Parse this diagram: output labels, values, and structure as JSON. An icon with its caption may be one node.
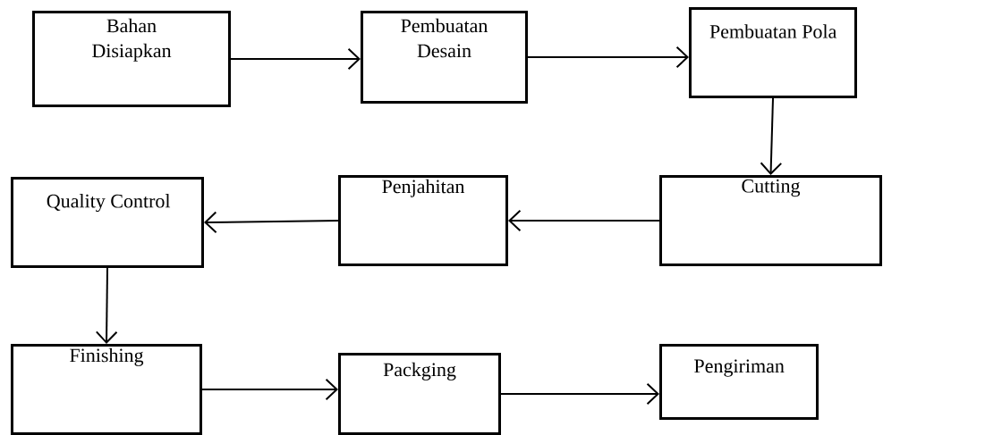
{
  "diagram": {
    "nodes": [
      {
        "text": [
          "Bahan Disiapkan"
        ]
      },
      {
        "text": [
          "Pembuatan Desain"
        ]
      },
      {
        "text": [
          "Pembuatan Pola"
        ]
      },
      {
        "text": [
          "Quality Control"
        ]
      },
      {
        "text": [
          "Penjahitan"
        ]
      },
      {
        "text": [
          "Cutting"
        ]
      },
      {
        "text": [
          "Finishing"
        ]
      },
      {
        "text": [
          "Packging"
        ]
      },
      {
        "text": [
          "Pengiriman"
        ]
      }
    ],
    "edges": [
      {
        "from": 0,
        "to": 1,
        "arrow": "to"
      },
      {
        "from": 1,
        "to": 2,
        "arrow": "to"
      },
      {
        "from": 2,
        "to": 5,
        "arrow": "to"
      },
      {
        "from": 5,
        "to": 4,
        "arrow": "to"
      },
      {
        "from": 4,
        "to": 3,
        "arrow": "to"
      },
      {
        "from": 3,
        "to": 6,
        "arrow": "to"
      },
      {
        "from": 6,
        "to": 7,
        "arrow": "to"
      },
      {
        "from": 7,
        "to": 8,
        "arrow": "to"
      }
    ]
  }
}
